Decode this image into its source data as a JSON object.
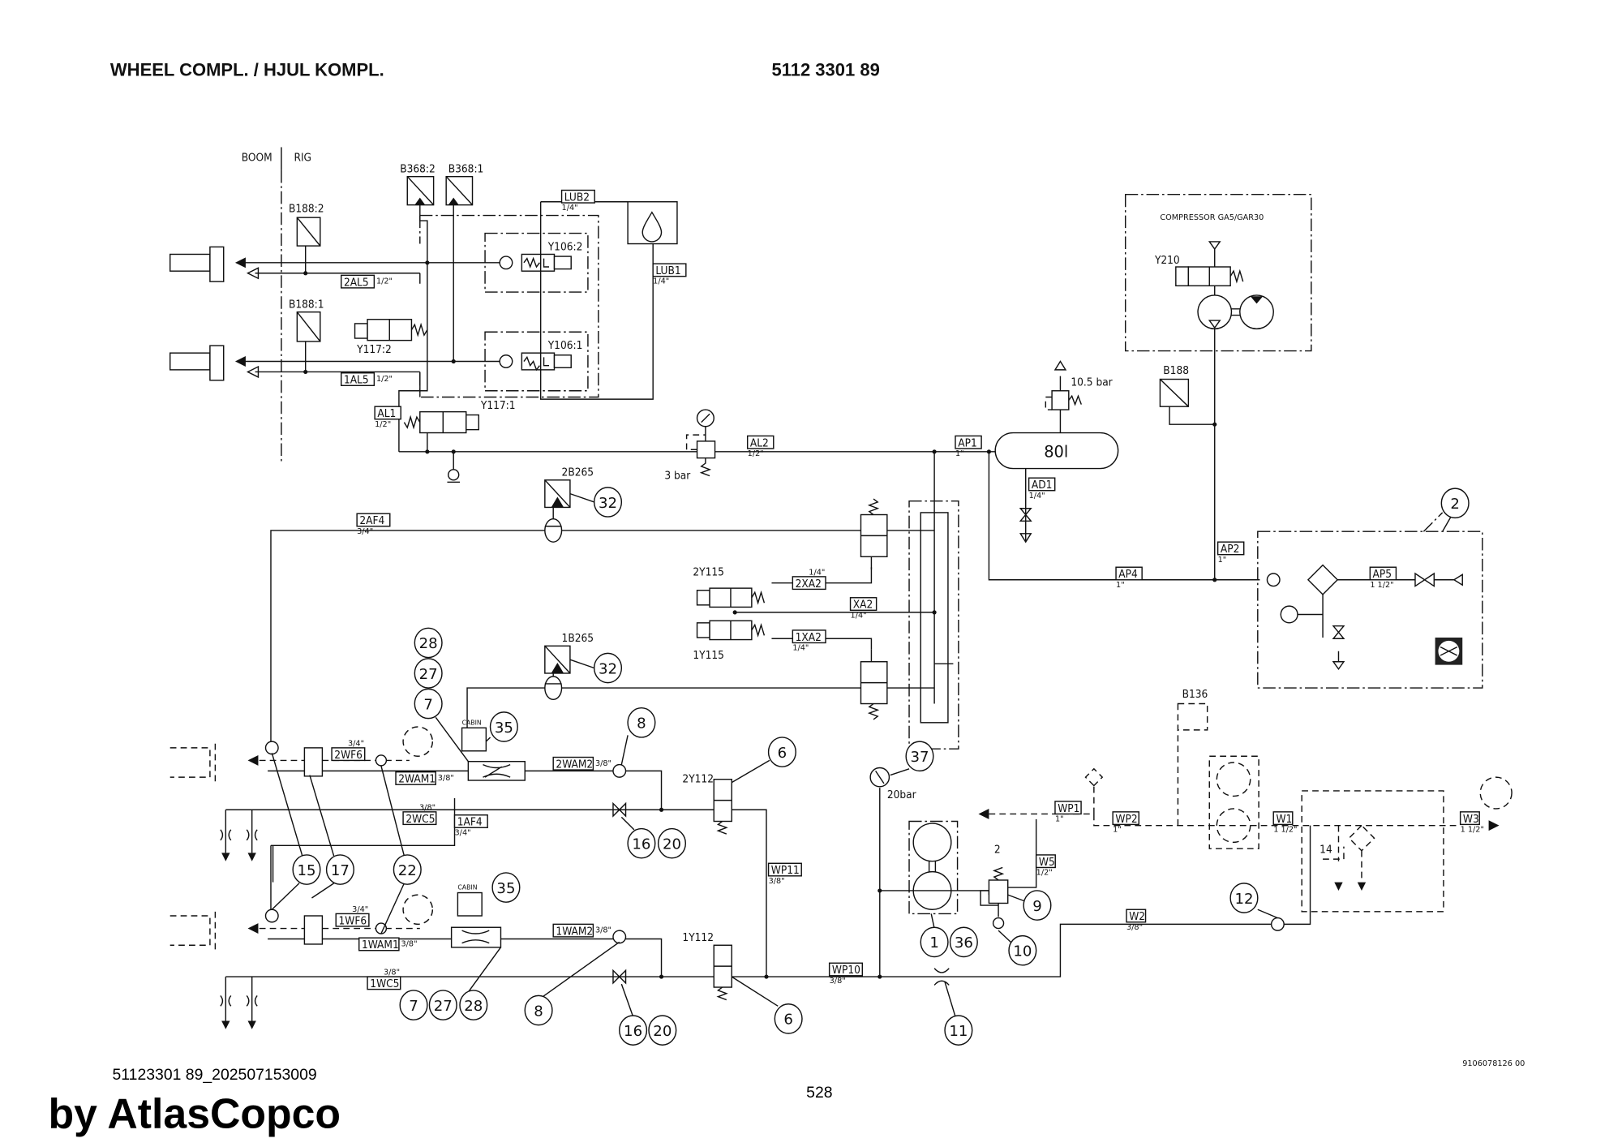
{
  "header": {
    "title": "WHEEL COMPL. / HJUL KOMPL.",
    "part_number": "5112 3301 89"
  },
  "zones": {
    "boom": "BOOM",
    "rig": "RIG"
  },
  "components": {
    "b188_2": "B188:2",
    "b188_1": "B188:1",
    "b368_2": "B368:2",
    "b368_1": "B368:1",
    "y106_2": "Y106:2",
    "y106_1": "Y106:1",
    "y117_2": "Y117:2",
    "y117_1": "Y117:1",
    "b265_2": "2B265",
    "b265_1": "1B265",
    "y115_2": "2Y115",
    "y115_1": "1Y115",
    "y112_2": "2Y112",
    "y112_1": "1Y112",
    "b188": "B188",
    "y210": "Y210",
    "b136": "B136",
    "compressor": "COMPRESSOR GA5/GAR30",
    "tank": "80l",
    "relief_setting": "10.5 bar",
    "regulator_setting": "3 bar",
    "gauge_range": "20bar",
    "relief_valve_no": "2",
    "item_14": "14",
    "cabin_1": "CABIN",
    "cabin_2": "CABIN"
  },
  "line_tags": [
    {
      "label": "2AL5",
      "size": "1/2\""
    },
    {
      "label": "1AL5",
      "size": "1/2\""
    },
    {
      "label": "LUB2",
      "size": "1/4\""
    },
    {
      "label": "LUB1",
      "size": "1/4\""
    },
    {
      "label": "AL1",
      "size": "1/2\""
    },
    {
      "label": "AL2",
      "size": "1/2\""
    },
    {
      "label": "AP1",
      "size": "1\""
    },
    {
      "label": "AD1",
      "size": "1/4\""
    },
    {
      "label": "AP2",
      "size": "1\""
    },
    {
      "label": "AP4",
      "size": "1\""
    },
    {
      "label": "AP5",
      "size": "1 1/2\""
    },
    {
      "label": "2AF4",
      "size": "3/4\""
    },
    {
      "label": "2XA2",
      "size": "1/4\""
    },
    {
      "label": "XA2",
      "size": "1/4\""
    },
    {
      "label": "1XA2",
      "size": "1/4\""
    },
    {
      "label": "2WF6",
      "size": "3/4\""
    },
    {
      "label": "2WAM1",
      "size": "3/8\""
    },
    {
      "label": "2WAM2",
      "size": "3/8\""
    },
    {
      "label": "2WC5",
      "size": "3/8\""
    },
    {
      "label": "1AF4",
      "size": "3/4\""
    },
    {
      "label": "WP11",
      "size": "3/8\""
    },
    {
      "label": "1WF6",
      "size": "3/4\""
    },
    {
      "label": "1WAM1",
      "size": "3/8\""
    },
    {
      "label": "1WAM2",
      "size": "3/8\""
    },
    {
      "label": "1WC5",
      "size": "3/8\""
    },
    {
      "label": "WP10",
      "size": "3/8\""
    },
    {
      "label": "W5",
      "size": "1/2\""
    },
    {
      "label": "WP1",
      "size": "1\""
    },
    {
      "label": "WP2",
      "size": "1\""
    },
    {
      "label": "W1",
      "size": "1 1/2\""
    },
    {
      "label": "W3",
      "size": "1 1/2\""
    },
    {
      "label": "W2",
      "size": "3/8\""
    }
  ],
  "callouts": [
    "32",
    "32",
    "28",
    "27",
    "7",
    "35",
    "8",
    "6",
    "37",
    "16",
    "20",
    "15",
    "17",
    "22",
    "35",
    "1",
    "36",
    "9",
    "10",
    "12",
    "7",
    "27",
    "28",
    "8",
    "16",
    "20",
    "6",
    "11",
    "2"
  ],
  "drawing_number": "9106078126 00",
  "footer": {
    "doc_id": "51123301 89_202507153009",
    "page": "528",
    "watermark": "by AtlasCopco"
  }
}
